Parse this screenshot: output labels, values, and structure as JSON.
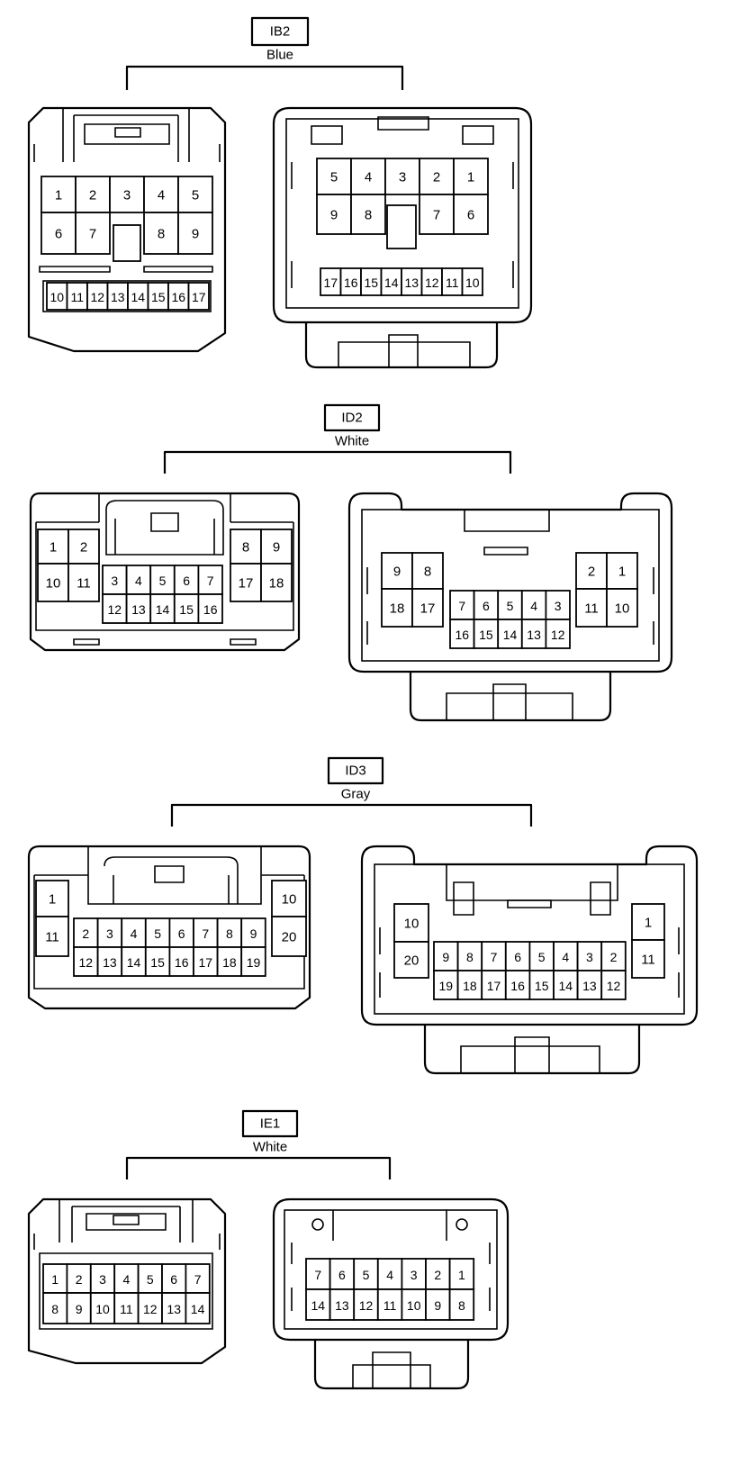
{
  "connectors": [
    {
      "id": "IB2",
      "color": "Blue"
    },
    {
      "id": "ID2",
      "color": "White"
    },
    {
      "id": "ID3",
      "color": "Gray"
    },
    {
      "id": "IE1",
      "color": "White"
    }
  ]
}
